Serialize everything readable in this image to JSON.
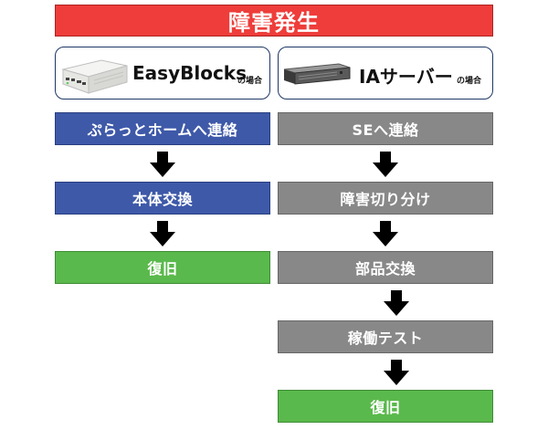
{
  "title": "障害発生",
  "left": {
    "header": {
      "name": "EasyBlocks",
      "suffix": "の場合",
      "device_icon": "easyblocks-device-icon"
    },
    "steps": [
      "ぷらっとホームへ連絡",
      "本体交換",
      "復旧"
    ]
  },
  "right": {
    "header": {
      "name": "IAサーバー",
      "suffix": "の場合",
      "device_icon": "rack-server-icon"
    },
    "steps": [
      "SEへ連絡",
      "障害切り分け",
      "部品交換",
      "稼働テスト",
      "復旧"
    ]
  },
  "colors": {
    "title": "#ee3d3a",
    "blue": "#3e59a8",
    "gray": "#888888",
    "green": "#5ab94c",
    "header_border": "#1f3864"
  }
}
